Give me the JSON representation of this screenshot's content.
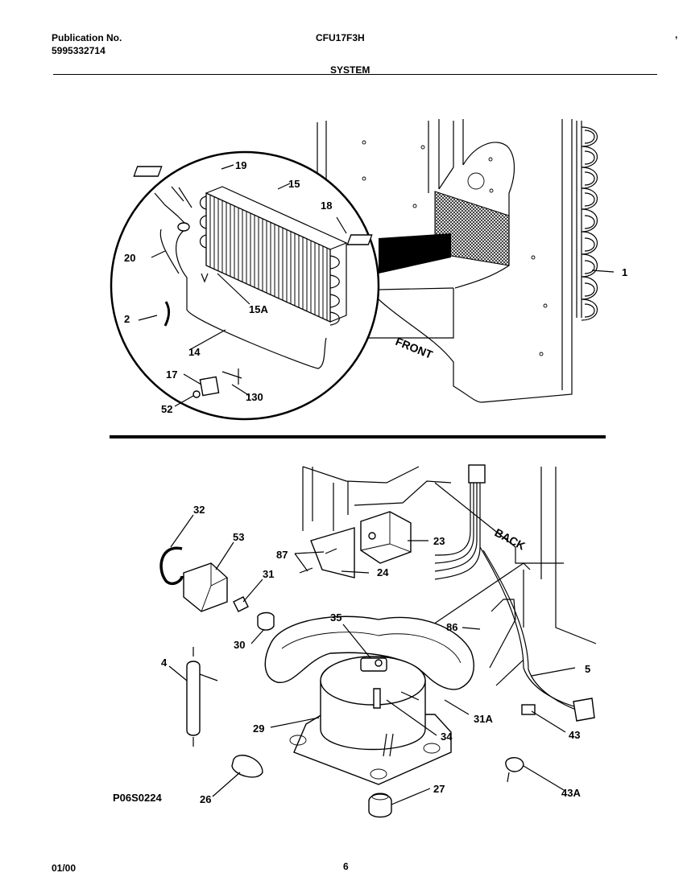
{
  "header": {
    "publication_label": "Publication No.",
    "publication_number": "5995332714",
    "model": "CFU17F3H",
    "section": "SYSTEM",
    "corner_mark": ","
  },
  "diagram": {
    "upper_callouts": {
      "c19": "19",
      "c15": "15",
      "c18": "18",
      "c20": "20",
      "c15a": "15A",
      "c2": "2",
      "c14": "14",
      "c17": "17",
      "c130": "130",
      "c52": "52",
      "c1": "1"
    },
    "lower_callouts": {
      "c32": "32",
      "c53": "53",
      "c87": "87",
      "c24": "24",
      "c23": "23",
      "c31": "31",
      "c30": "30",
      "c35": "35",
      "c86": "86",
      "c4": "4",
      "c5": "5",
      "c29": "29",
      "c34": "34",
      "c31a": "31A",
      "c43": "43",
      "c26": "26",
      "c27": "27",
      "c43a": "43A"
    },
    "front_label": "FRONT",
    "back_label": "BACK",
    "drawing_id": "P06S0224"
  },
  "footer": {
    "date": "01/00",
    "page": "6"
  }
}
